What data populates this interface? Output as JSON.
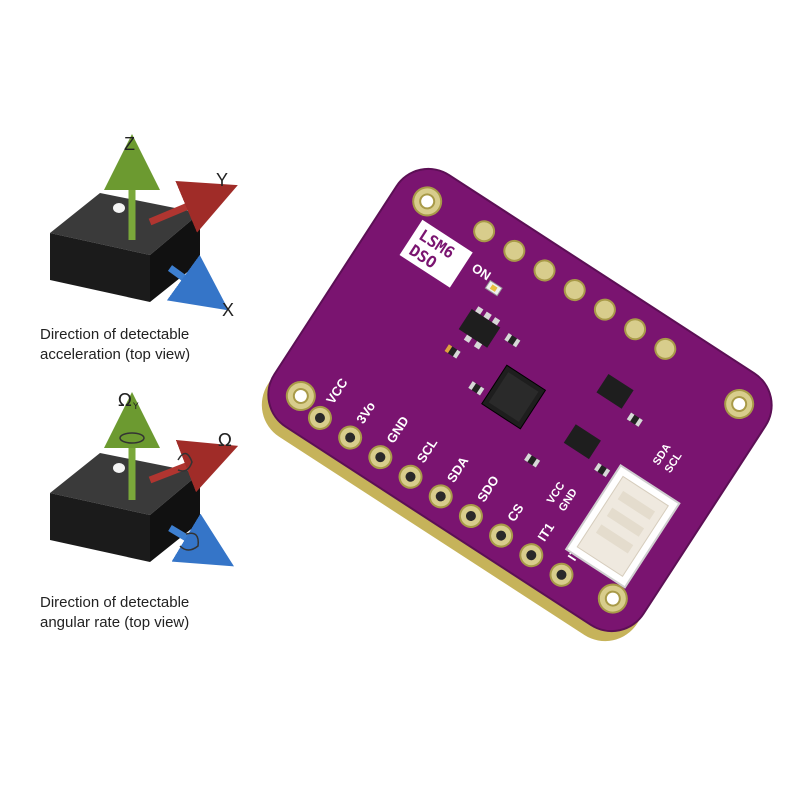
{
  "accel": {
    "axes": {
      "z": "Z",
      "y": "Y",
      "x": "X"
    },
    "caption": [
      "Direction of detectable",
      "acceleration (top view)"
    ]
  },
  "gyro": {
    "axes": {
      "omega_y": "Ω",
      "omega_y_sub": "Y",
      "omega_x": "Ω"
    },
    "caption": [
      "Direction of detectable",
      "angular rate (top view)"
    ]
  },
  "board": {
    "chip_label": [
      "LSM6",
      "DSO"
    ],
    "led_label": "ON",
    "pins_left": [
      "VCC",
      "3Vo",
      "GND",
      "SCL",
      "SDA",
      "SDO",
      "CS",
      "IT1",
      "IT2"
    ],
    "pins_right": [
      "VCC",
      "GND",
      "SDA",
      "SCL"
    ]
  },
  "colors": {
    "pcb": "#7a1470",
    "pcb_edge": "#4a0a45",
    "fr4_edge": "#c6b35a",
    "arrow_z": "#7aa83a",
    "arrow_y": "#b03530",
    "arrow_x": "#3d7fd0",
    "chip_body": "#1e1e1e"
  }
}
